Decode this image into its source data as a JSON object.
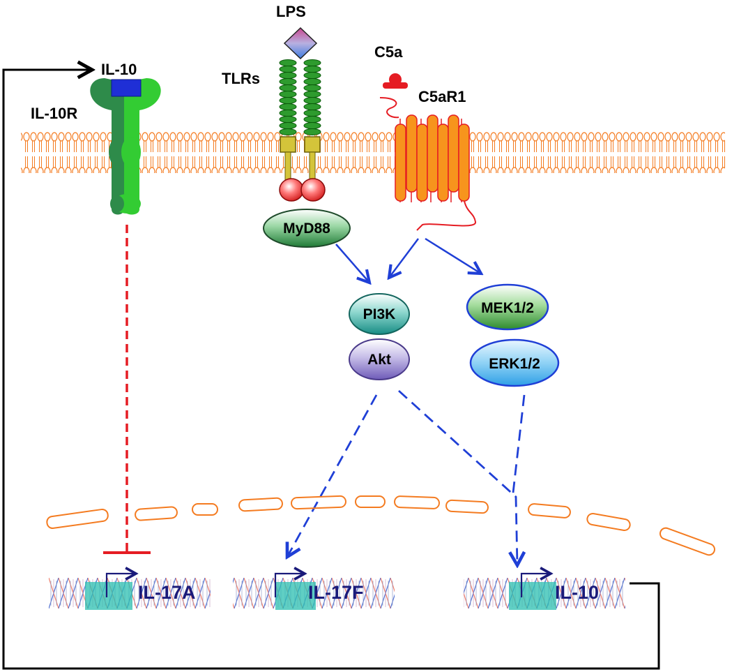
{
  "labels": {
    "lps": "LPS",
    "tlrs": "TLRs",
    "il10_ligand": "IL-10",
    "il10r": "IL-10R",
    "c5a": "C5a",
    "c5ar1": "C5aR1",
    "myd88": "MyD88",
    "pi3k": "PI3K",
    "akt": "Akt",
    "mek": "MEK1/2",
    "erk": "ERK1/2"
  },
  "genes": {
    "il17a": "IL-17A",
    "il17f": "IL-17F",
    "il10": "IL-10"
  },
  "colors": {
    "membrane": "#f47b20",
    "activation_arrow": "#1f3fd6",
    "inhibition": "#e51c23",
    "gene_label": "#1a1a7a",
    "feedback_line": "#000000",
    "receptor_green": "#33cc33",
    "c5ar1_body": "#f7941d",
    "c5a_ligand": "#e51c23"
  }
}
